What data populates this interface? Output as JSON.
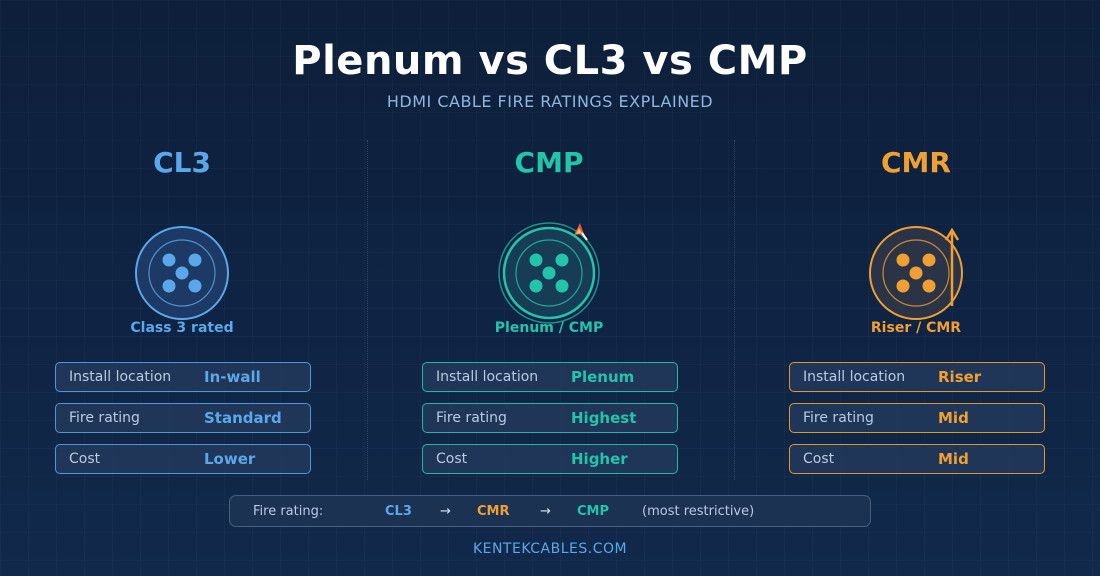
{
  "header": {
    "title": "Plenum vs CL3 vs CMP",
    "subtitle": "HDMI CABLE FIRE RATINGS EXPLAINED"
  },
  "colors": {
    "cl3": "#5aa8ea",
    "cmp": "#22c4aa",
    "cmr": "#f0a032",
    "background": "#0f2444"
  },
  "columns": [
    {
      "name": "CL3",
      "icon": "cable-cross-section-icon",
      "label": "Class 3 rated",
      "rows": [
        {
          "key": "Install location",
          "value": "In-wall"
        },
        {
          "key": "Fire rating",
          "value": "Standard"
        },
        {
          "key": "Cost",
          "value": "Lower"
        }
      ]
    },
    {
      "name": "CMP",
      "icon": "cable-cross-section-flame-icon",
      "label": "Plenum / CMP",
      "rows": [
        {
          "key": "Install location",
          "value": "Plenum"
        },
        {
          "key": "Fire rating",
          "value": "Highest"
        },
        {
          "key": "Cost",
          "value": "Higher"
        }
      ]
    },
    {
      "name": "CMR",
      "icon": "cable-cross-section-riser-arrow-icon",
      "label": "Riser / CMR",
      "rows": [
        {
          "key": "Install location",
          "value": "Riser"
        },
        {
          "key": "Fire rating",
          "value": "Mid"
        },
        {
          "key": "Cost",
          "value": "Mid"
        }
      ]
    }
  ],
  "scale": {
    "label": "Fire rating:",
    "step1": "CL3",
    "arrow": "→",
    "step2": "CMR",
    "step3": "CMP",
    "note": "(most restrictive)"
  },
  "footer": {
    "brand": "KENTEKCABLES.COM"
  }
}
